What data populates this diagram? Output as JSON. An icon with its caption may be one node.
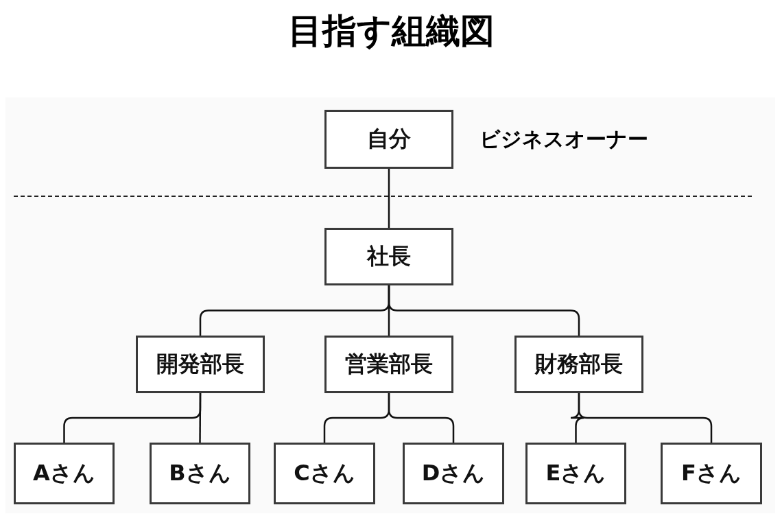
{
  "diagram": {
    "title": "目指す組織図",
    "nodes": [
      {
        "text": [
          "自分"
        ],
        "beside": [
          "ビジネスオーナー"
        ]
      },
      {
        "text": [
          "社長"
        ]
      },
      {
        "text": [
          "開発部長"
        ]
      },
      {
        "text": [
          "営業部長"
        ]
      },
      {
        "text": [
          "財務部長"
        ]
      },
      {
        "text": [
          "Aさん"
        ]
      },
      {
        "text": [
          "Bさん"
        ]
      },
      {
        "text": [
          "Cさん"
        ]
      },
      {
        "text": [
          "Dさん"
        ]
      },
      {
        "text": [
          "Eさん"
        ]
      },
      {
        "text": [
          "Fさん"
        ]
      }
    ],
    "edges": [
      {
        "from": 0,
        "to": 1,
        "arrow": "none"
      },
      {
        "from": 1,
        "to": 2,
        "arrow": "none"
      },
      {
        "from": 1,
        "to": 3,
        "arrow": "none"
      },
      {
        "from": 1,
        "to": 4,
        "arrow": "none"
      },
      {
        "from": 2,
        "to": 5,
        "arrow": "none"
      },
      {
        "from": 2,
        "to": 6,
        "arrow": "none"
      },
      {
        "from": 3,
        "to": 7,
        "arrow": "none"
      },
      {
        "from": 3,
        "to": 8,
        "arrow": "none"
      },
      {
        "from": 4,
        "to": 9,
        "arrow": "none"
      },
      {
        "from": 4,
        "to": 10,
        "arrow": "none"
      }
    ]
  }
}
